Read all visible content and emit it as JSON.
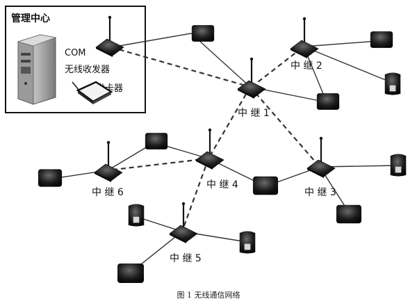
{
  "management": {
    "title": "管理中心",
    "com_label": "COM",
    "transceiver_label": "无线收发器",
    "card_issuer_label": "发卡器"
  },
  "relays": [
    {
      "id": "r1",
      "label": "中 继 1"
    },
    {
      "id": "r2",
      "label": "中 继 2"
    },
    {
      "id": "r3",
      "label": "中 继 3"
    },
    {
      "id": "r4",
      "label": "中 继 4"
    },
    {
      "id": "r5",
      "label": "中 继 5"
    },
    {
      "id": "r6",
      "label": "中 继 6"
    }
  ],
  "caption": "图 1 无线通信网络",
  "colors": {
    "device": "#1a1a1a",
    "link": "#333333"
  }
}
